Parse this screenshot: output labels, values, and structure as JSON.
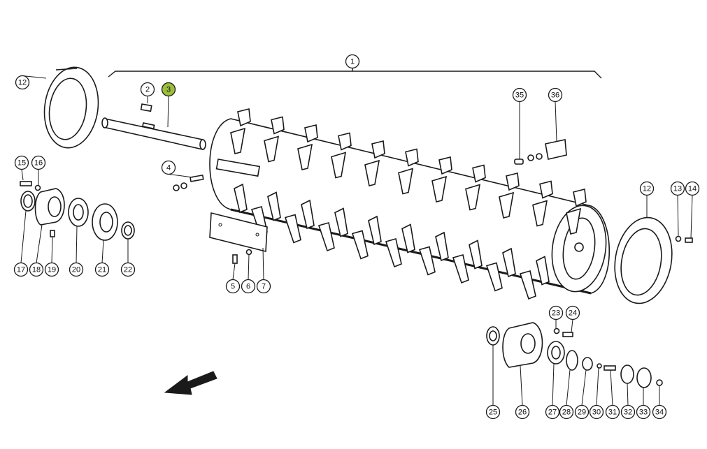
{
  "diagram": {
    "highlight_color": "#9cbf3b",
    "callouts": [
      {
        "label": "1"
      },
      {
        "label": "2"
      },
      {
        "label": "3",
        "highlight": true
      },
      {
        "label": "4"
      },
      {
        "label": "5"
      },
      {
        "label": "6"
      },
      {
        "label": "7"
      },
      {
        "label": "12"
      },
      {
        "label": "12"
      },
      {
        "label": "13"
      },
      {
        "label": "14"
      },
      {
        "label": "15"
      },
      {
        "label": "16"
      },
      {
        "label": "17"
      },
      {
        "label": "18"
      },
      {
        "label": "19"
      },
      {
        "label": "20"
      },
      {
        "label": "21"
      },
      {
        "label": "22"
      },
      {
        "label": "23"
      },
      {
        "label": "24"
      },
      {
        "label": "25"
      },
      {
        "label": "26"
      },
      {
        "label": "27"
      },
      {
        "label": "28"
      },
      {
        "label": "29"
      },
      {
        "label": "30"
      },
      {
        "label": "31"
      },
      {
        "label": "32"
      },
      {
        "label": "33"
      },
      {
        "label": "34"
      },
      {
        "label": "35"
      },
      {
        "label": "36"
      }
    ]
  }
}
